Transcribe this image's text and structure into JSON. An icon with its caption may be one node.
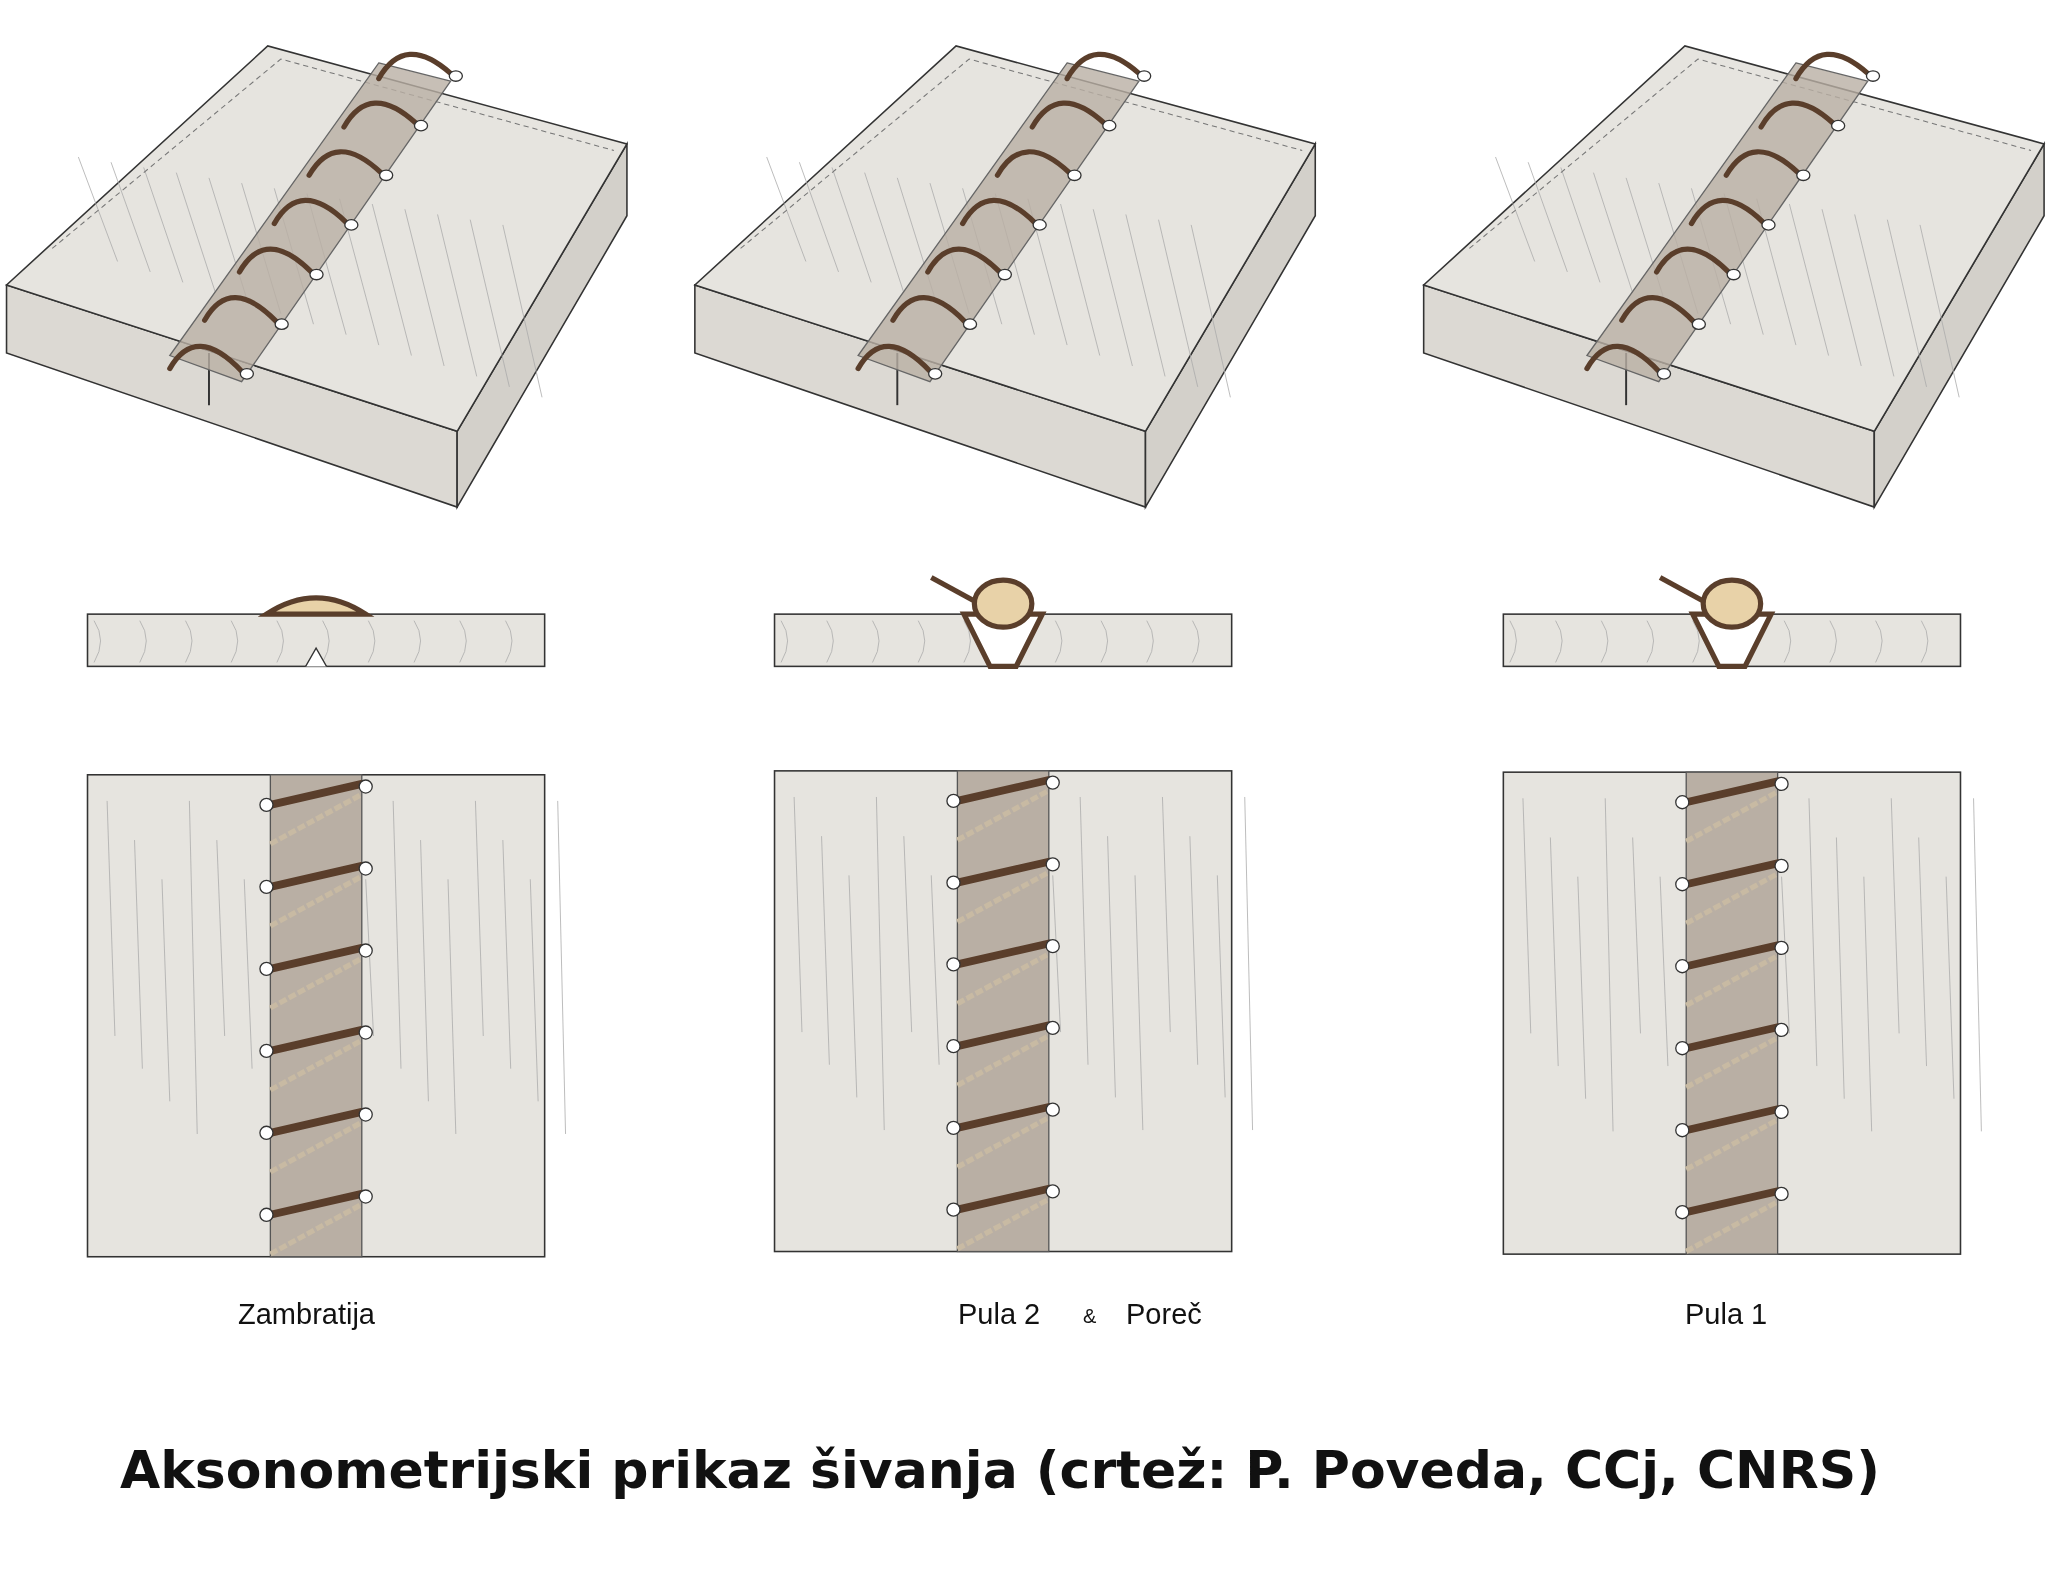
{
  "diagram": {
    "title": "Aksonometrijski prikaz šivanja (crtež: P. Poveda, CCj, CNRS)",
    "labels": [
      "Zambratija",
      "Pula 2",
      "&",
      "Poreč",
      "Pula 1"
    ]
  }
}
